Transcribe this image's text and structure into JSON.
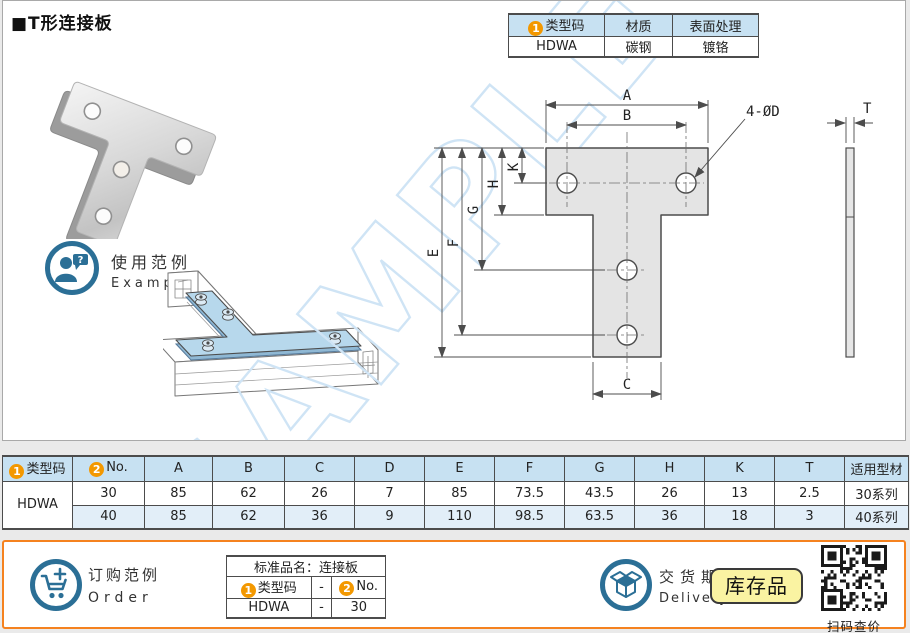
{
  "title": "■T形连接板",
  "badges": {
    "one": "1",
    "two": "2"
  },
  "spec_table": {
    "headers": [
      "类型码",
      "材质",
      "表面处理"
    ],
    "code": "HDWA",
    "material": "碳钢",
    "finish": "镀铬"
  },
  "example": {
    "zh": "使用范例",
    "en": "Example"
  },
  "watermark": "SAMPLE",
  "drawing": {
    "labels": {
      "A": "A",
      "B": "B",
      "C": "C",
      "E": "E",
      "F": "F",
      "G": "G",
      "H": "H",
      "K": "K",
      "T": "T",
      "holes": "4-ØD"
    }
  },
  "dim_table": {
    "headers": [
      "类型码",
      "No.",
      "A",
      "B",
      "C",
      "D",
      "E",
      "F",
      "G",
      "H",
      "K",
      "T",
      "适用型材"
    ],
    "code": "HDWA",
    "rows": [
      {
        "no": "30",
        "values": [
          "85",
          "62",
          "26",
          "7",
          "85",
          "73.5",
          "43.5",
          "26",
          "13",
          "2.5",
          "30系列"
        ]
      },
      {
        "no": "40",
        "values": [
          "85",
          "62",
          "36",
          "9",
          "110",
          "98.5",
          "63.5",
          "36",
          "18",
          "3",
          "40系列"
        ]
      }
    ]
  },
  "order": {
    "zh": "订购范例",
    "en": "Order",
    "table_title": "标准品名：连接板",
    "col_code": "类型码",
    "col_no": "No.",
    "dash": "-",
    "val_code": "HDWA",
    "val_no": "30"
  },
  "delivery": {
    "zh": "交货期",
    "en": "Delivery",
    "stock_badge": "库存品",
    "qr_caption": "扫码查价"
  },
  "colors": {
    "accent_blue": "#00a0e9",
    "icon_blue": "#2b6f96",
    "orange_badge": "#f39800",
    "orange_border": "#f5821f",
    "table_header_blue": "#c7e1f2",
    "row_alt_blue": "#e2eef8",
    "watermark_blue": "#cfe4f5"
  }
}
